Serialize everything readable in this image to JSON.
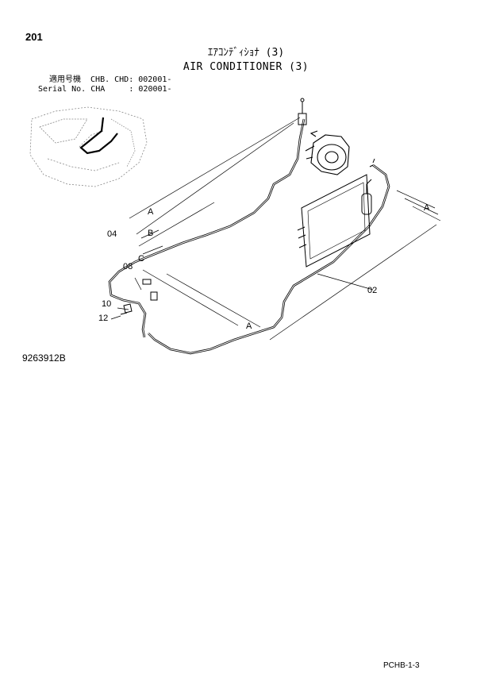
{
  "header": {
    "page_number": "201",
    "title_jp": "ｴｱｺﾝﾃﾞｨｼｮﾅ (3)",
    "title_en": "AIR CONDITIONER (3)",
    "serial_line_1": "適用号機  CHB. CHD: 002001-",
    "serial_line_2": "Serial No. CHA     : 020001-"
  },
  "callouts": {
    "c04": "04",
    "c08": "08",
    "c10": "10",
    "c12": "12",
    "c02": "02",
    "ref_A1": "A",
    "ref_B": "B",
    "ref_C": "C",
    "ref_A2": "A",
    "ref_A3": "A"
  },
  "footer": {
    "drawing_id": "9263912B",
    "page_code": "PCHB-1-3"
  }
}
